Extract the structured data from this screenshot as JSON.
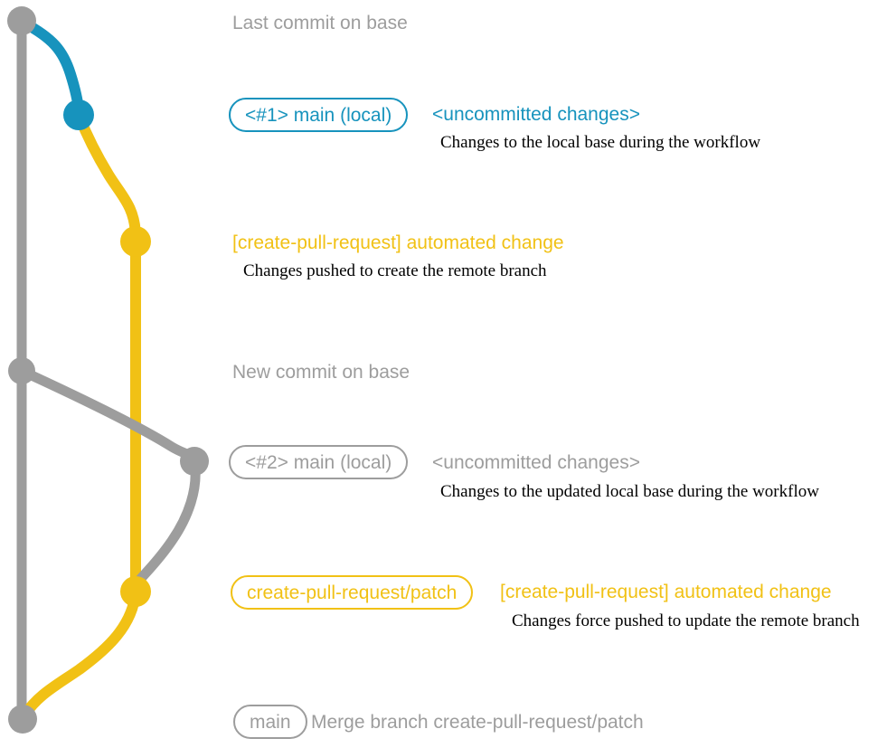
{
  "colors": {
    "gray": "#9d9d9d",
    "teal": "#1793bd",
    "yellow": "#f1c115",
    "ink": "#000000",
    "bg": "#ffffff"
  },
  "rows": {
    "last_commit": {
      "label": "Last commit on base"
    },
    "local1": {
      "badge": "<#1> main (local)",
      "heading": "<uncommitted changes>",
      "description": "Changes to the local base during the workflow"
    },
    "push1": {
      "heading": "[create-pull-request] automated change",
      "description": "Changes pushed to create the remote branch"
    },
    "new_commit": {
      "label": "New commit on base"
    },
    "local2": {
      "badge": "<#2> main (local)",
      "heading": "<uncommitted changes>",
      "description": "Changes to the updated local base during the workflow"
    },
    "push2": {
      "badge": "create-pull-request/patch",
      "heading": "[create-pull-request] automated change",
      "description": "Changes force pushed to update the remote branch"
    },
    "merge": {
      "badge": "main",
      "heading": "Merge branch create-pull-request/patch"
    }
  }
}
